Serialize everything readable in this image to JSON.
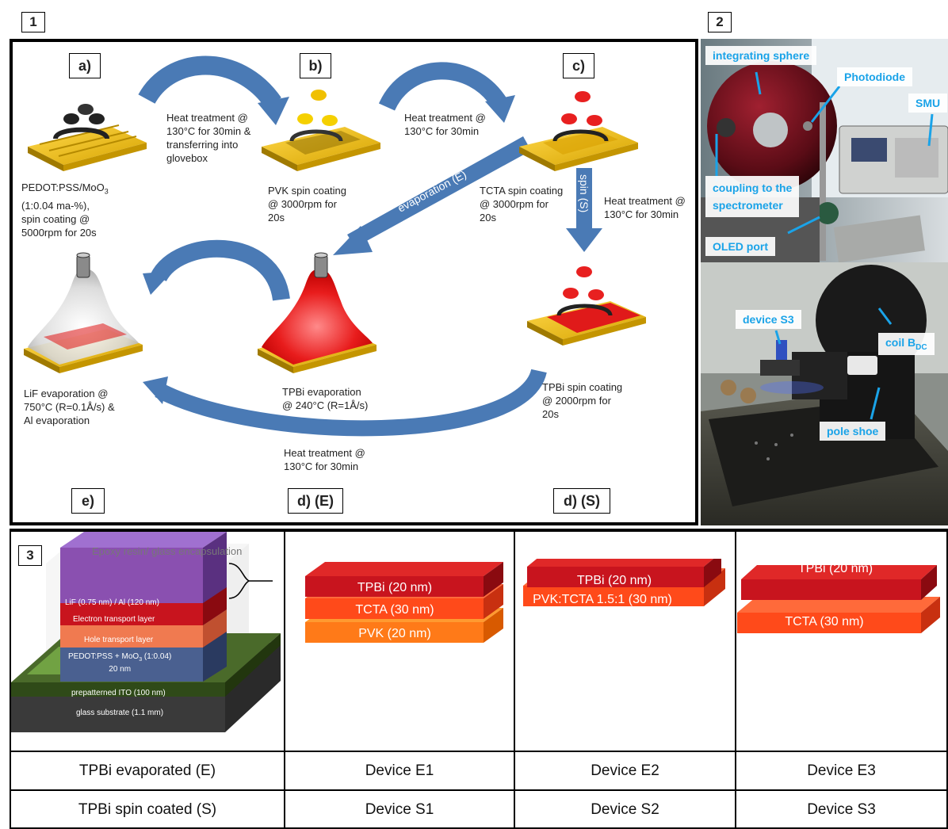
{
  "panels": {
    "p1": "1",
    "p2": "2",
    "p3": "3"
  },
  "steps": {
    "a": "a)",
    "b": "b)",
    "c": "c)",
    "dE": "d) (E)",
    "dS": "d) (S)",
    "e": "e)"
  },
  "captions": {
    "a_l1": "PEDOT:PSS/MoO",
    "a_l1_sub": "3",
    "a_l2": "(1:0.04 ma-%),",
    "a_l3": "spin coating @",
    "a_l4": "5000rpm for 20s",
    "ab_l1": "Heat treatment @",
    "ab_l2": "130°C for 30min &",
    "ab_l3": "transferring into",
    "ab_l4": "glovebox",
    "b_l1": "PVK spin coating",
    "b_l2": "@ 3000rpm for",
    "b_l3": "20s",
    "bc_l1": "Heat treatment @",
    "bc_l2": "130°C for 30min",
    "c_l1": "TCTA spin coating",
    "c_l2": "@ 3000rpm for",
    "c_l3": "20s",
    "cs_l1": "Heat treatment @",
    "cs_l2": "130°C for 30min",
    "evap_arrow": "evaporation (E)",
    "spin_arrow": "spin (S)",
    "dE_l1": "TPBi evaporation",
    "dE_l2": "@ 240°C (R=1Å/s)",
    "dS_l1": "TPBi spin coating",
    "dS_l2": "@ 2000rpm for",
    "dS_l3": "20s",
    "e_l1": "LiF evaporation @",
    "e_l2": "750°C (R=0.1Å/s) &",
    "e_l3": "Al evaporation",
    "bottom_l1": "Heat treatment @",
    "bottom_l2": "130°C for 30min"
  },
  "photo_labels": {
    "sphere": "integrating sphere",
    "photodiode": "Photodiode",
    "smu": "SMU",
    "coupling_l1": "coupling to the",
    "coupling_l2": "spectrometer",
    "oled": "OLED port",
    "device": "device S3",
    "coil": "coil B",
    "coil_sub": "DC",
    "pole": "pole shoe"
  },
  "device_stack": {
    "epoxy": "Epoxy resin/ glass encapsulation",
    "lif": "LiF (0.75 nm) / Al (120 nm)",
    "etl": "Electron transport layer",
    "htl": "Hole transport layer",
    "pedot_l1": "PEDOT:PSS + MoO",
    "pedot_sub": "3",
    "pedot_l1b": " (1:0.04)",
    "pedot_l2": "20 nm",
    "ito": "prepatterned ITO (100 nm)",
    "glass": "glass substrate (1.1 mm)"
  },
  "stacks": {
    "d1": [
      "TPBi (20 nm)",
      "TCTA (30 nm)",
      "PVK (20 nm)"
    ],
    "d2": [
      "TPBi (20 nm)",
      "PVK:TCTA 1.5:1 (30 nm)"
    ],
    "d3": [
      "TPBi (20 nm)",
      "TCTA (30 nm)"
    ]
  },
  "table": {
    "rows": [
      {
        "label": "TPBi evaporated (E)",
        "c1": "Device E1",
        "c2": "Device E2",
        "c3": "Device E3"
      },
      {
        "label": "TPBi spin coated (S)",
        "c1": "Device S1",
        "c2": "Device S2",
        "c3": "Device S3"
      }
    ]
  },
  "colors": {
    "arrow": "#4a7ab5",
    "substrate_gold": "#f2c200",
    "tpbi": "#c8141e",
    "tcta": "#ff4a1a",
    "pvk": "#ff7a18",
    "label_blue": "#1aa3e8"
  }
}
